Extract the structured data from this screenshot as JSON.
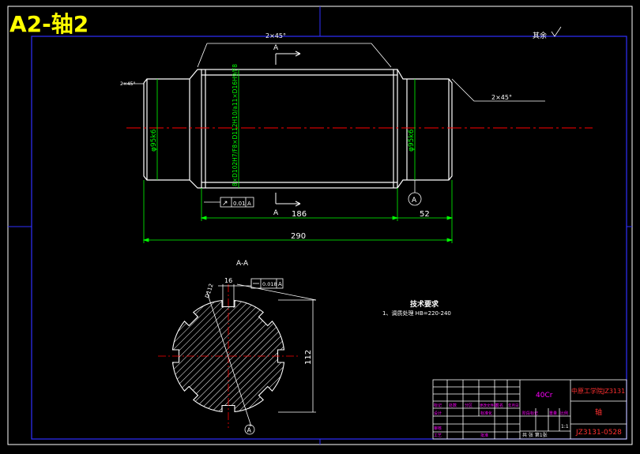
{
  "title": "A2-轴2",
  "colors": {
    "background": "#000000",
    "frame": "#ffffff",
    "border": "#0000ff",
    "dimension": "#00ff00",
    "outline": "#ffffff",
    "centerline": "#ff0000",
    "title_text": "#ffff00",
    "hatch": "#ffffff"
  },
  "main_view": {
    "chamfer_top": "2×45°",
    "chamfer_right": "2×45°",
    "chamfer_left": "2×45°",
    "section_mark": "A",
    "rest_roughness": "其余",
    "dia_left": "φ95k6",
    "dia_right": "φ95k6",
    "spline": "8×D102H7/F8×D112H10/a11×D16H9/F8",
    "tolerance_symbol": "↗",
    "tolerance_value": "0.01",
    "tolerance_datum": "A",
    "datum_label": "A",
    "dim_186": "186",
    "dim_52": "52",
    "dim_290": "290"
  },
  "section_view": {
    "label": "A-A",
    "width_dim": "16",
    "tol_value": "0.018",
    "tol_datum": "A",
    "dia_label": "D112",
    "height_dim": "112",
    "datum_label": "A"
  },
  "tech": {
    "heading": "技术要求",
    "line1": "1、调质处理 HB=220-240"
  },
  "title_block": {
    "material": "40Cr",
    "school": "中原工学院JZ3131",
    "part_name": "轴",
    "drawing_no": "JZ3131-0528",
    "scale_label": "1:1",
    "sheet": "共  张  第1张",
    "small_labels": [
      "标记",
      "处数",
      "分区",
      "更改文件号",
      "签名",
      "年月日",
      "设计",
      "标准化",
      "阶段标记",
      "重量",
      "比例",
      "审核",
      "工艺",
      "批准"
    ]
  }
}
